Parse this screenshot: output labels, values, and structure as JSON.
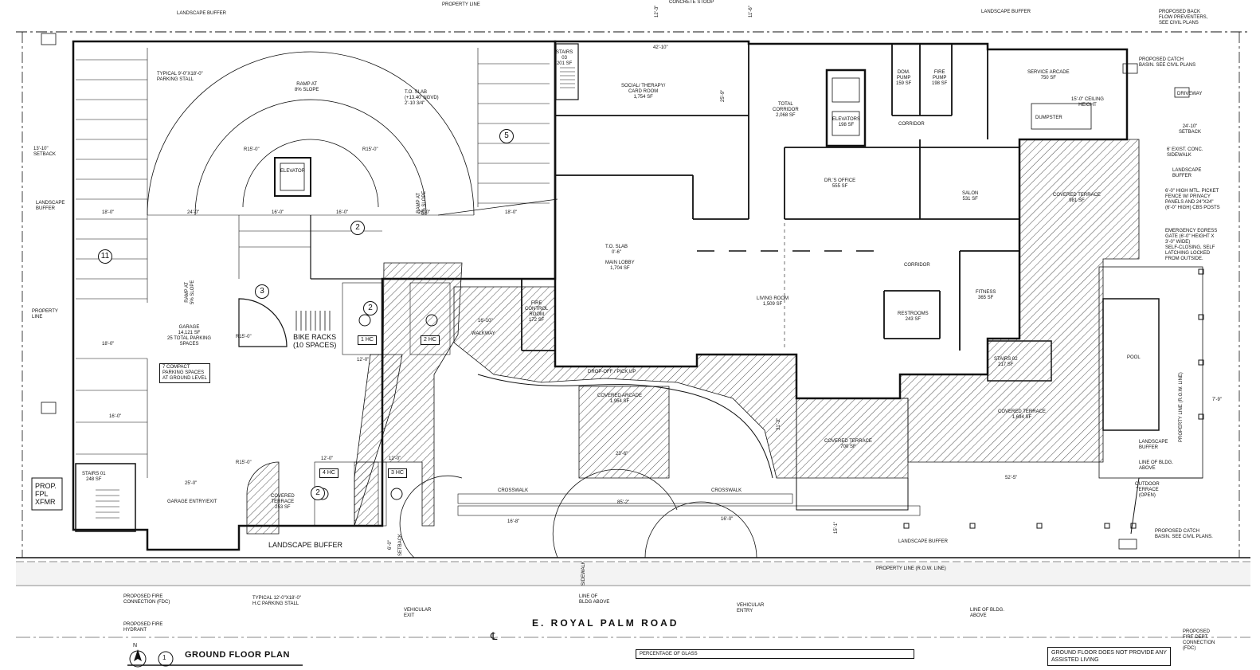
{
  "drawing": {
    "title": "GROUND FLOOR PLAN",
    "sheet_number": "1",
    "north_label": "N",
    "street": "E. ROYAL PALM ROAD",
    "centerline_symbol": "℄",
    "percentage_of_glass": "PERCENTAGE OF GLASS",
    "ground_floor_note": "GROUND FLOOR DOES NOT PROVIDE ANY ASSISTED LIVING"
  },
  "rooms": {
    "social": [
      "SOCIAL/ THERAPY/",
      "CARD ROOM",
      "1,754 SF"
    ],
    "total_corridor": [
      "TOTAL",
      "CORRIDOR",
      "2,068 SF"
    ],
    "dom_pump": [
      "DOM.",
      "PUMP",
      "159 SF"
    ],
    "fire_pump": [
      "FIRE",
      "PUMP",
      "198 SF"
    ],
    "service_arcade": [
      "SERVICE ARCADE",
      "750 SF"
    ],
    "ceiling_height": [
      "15'-0\" CEILING",
      "HEIGHT"
    ],
    "dumpster": "DUMPSTER",
    "corridor_top": "CORRIDOR",
    "elevators": [
      "ELEVATORS",
      "198 SF"
    ],
    "drs_office": [
      "DR.'S OFFICE",
      "555 SF"
    ],
    "salon": [
      "SALON",
      "531 SF"
    ],
    "covered_terrace_1": [
      "COVERED TERRACE",
      "981 SF"
    ],
    "main_lobby": [
      "MAIN LOBBY",
      "1,704 SF"
    ],
    "tos_lobby": [
      "T.O. SLAB",
      "0'-6\""
    ],
    "living_room": [
      "LIVING ROOM",
      "1,509 SF"
    ],
    "corridor_mid": "CORRIDOR",
    "restrooms": [
      "RESTROOMS",
      "243 SF"
    ],
    "fitness": [
      "FITNESS",
      "365 SF"
    ],
    "fire_control": [
      "FIRE",
      "CONTROL",
      "ROOM",
      "172 SF"
    ],
    "walkway": "WALKWAY",
    "drop_off": "DROP-OFF / PICK UP",
    "stairs_02": [
      "STAIRS 02",
      "217 SF"
    ],
    "pool": "POOL",
    "covered_arcade": [
      "COVERED ARCADE",
      "1,954 SF"
    ],
    "covered_terrace_2": [
      "COVERED TERRACE",
      "700 SF"
    ],
    "covered_terrace_3": [
      "COVERED TERRACE",
      "1,694 SF"
    ],
    "covered_terrace_4": [
      "COVERED",
      "TERRACE",
      "253 SF"
    ],
    "outdoor_terrace": [
      "OUTDOOR",
      "TERRACE",
      "(OPEN)"
    ],
    "stairs_01": [
      "STAIRS 01",
      "248 SF"
    ],
    "stairs_03": [
      "STAIRS",
      "03",
      "201 SF"
    ],
    "garage": [
      "GARAGE",
      "14,121 SF",
      "25 TOTAL PARKING",
      "SPACES"
    ],
    "garage_entry": "GARAGE ENTRY/EXIT",
    "elevator_garage": "ELEVATOR",
    "bike_racks": [
      "BIKE RACKS",
      "(10 SPACES)"
    ]
  },
  "annotations": {
    "landscape_buffer": "LANDSCAPE BUFFER",
    "property_line": "PROPERTY LINE",
    "concrete_stoop": "CONCRETE STOOP",
    "backflow": [
      "PROPOSED BACK",
      "FLOW PREVENTERS,",
      "SEE CIVIL PLANS"
    ],
    "catch_basin_top": [
      "PROPOSED CATCH",
      "BASIN. SEE CIVIL PLANS"
    ],
    "driveway": "DRIVEWAY",
    "setback_right": [
      "24'-10\"",
      "SETBACK"
    ],
    "sidewalk_exist": [
      "6' EXIST. CONC.",
      "SIDEWALK"
    ],
    "landscape_buffer_right": [
      "LANDSCAPE",
      "BUFFER"
    ],
    "picket_fence": [
      "6'-0\" HIGH MTL. PICKET",
      "FENCE W/ PRIVACY",
      "PANELS AND 24\"X24\"",
      "(6'-0\" HIGH) CBS POSTS"
    ],
    "emergency_gate": [
      "EMERGENCY EGRESS",
      "GATE (6'-0\" HEIGHT X",
      "3'-0\" WIDE)",
      "SELF-CLOSING, SELF",
      "LATCHING LOCKED",
      "FROM OUTSIDE."
    ],
    "landscape_buffer_lower_right": [
      "LANDSCAPE",
      "BUFFER"
    ],
    "line_of_bldg_above_r": [
      "LINE OF BLDG.",
      "ABOVE"
    ],
    "catch_basin_bottom": [
      "PROPOSED CATCH",
      "BASIN. SEE CIVIL PLANS."
    ],
    "property_line_row": "PROPERTY LINE (R.O.W. LINE)",
    "property_line_row_vertical": "PROPERTY LINE (R.O.W. LINE)",
    "fdc_left": [
      "PROPOSED FIRE",
      "CONNECTION (FDC)"
    ],
    "hydrant": [
      "PROPOSED FIRE",
      "HYDRANT"
    ],
    "hc_stall": [
      "TYPICAL 12'-0\"x18'-0\"",
      "H.C PARKING STALL"
    ],
    "vehicular_exit": [
      "VEHICULAR",
      "EXIT"
    ],
    "line_of_bldg_above": [
      "LINE OF",
      "BLDG ABOVE"
    ],
    "vehicular_entry": [
      "VEHICULAR",
      "ENTRY"
    ],
    "line_of_bldg_above_2": [
      "LINE OF BLDG.",
      "ABOVE"
    ],
    "fdc_right": [
      "PROPOSED",
      "FIRE DEPT.",
      "CONNECTION",
      "(FDC)"
    ],
    "landscape_buffer_left": [
      "LANDSCAPE",
      "BUFFER"
    ],
    "property_line_left": [
      "PROPERTY",
      "LINE"
    ],
    "setback_left": [
      "13'-10\"",
      "SETBACK"
    ],
    "typical_stall": [
      "TYPICAL 9'-0\"x18'-0\"",
      "PARKING STALL"
    ],
    "ramp_top": [
      "RAMP AT",
      "8% SLOPE"
    ],
    "tos_garage": [
      "T.O. SLAB",
      "(+13.40' NGVD)",
      "2'-10 3/4\""
    ],
    "ramp_right": [
      "RAMP AT",
      "5% SLOPE"
    ],
    "ramp_left": [
      "RAMP AT",
      "5% SLOPE"
    ],
    "compact": [
      "7 COMPACT",
      "PARKING SPACES",
      "AT GROUND LEVEL"
    ],
    "fpl": [
      "PROP.",
      "FPL",
      "XFMR"
    ],
    "crosswalk": "CROSSWALK",
    "landscape_buffer_bottom": "LANDSCAPE BUFFER",
    "sidewalk": "SIDEWALK",
    "setback": "SETBACK"
  },
  "dimensions": {
    "d_42_10": "42'-10\"",
    "d_12_3": "12'-3\"",
    "d_11_6": "11'-6\"",
    "d_25_9": "25'-9\"",
    "d_25_0": "25'-0\"",
    "d_18_0a": "18'-0\"",
    "d_24_0": "24'-0\"",
    "d_16_0a": "16'-0\"",
    "d_16_0b": "16'-0\"",
    "d_26_0": "26'-0\"",
    "d_18_0b": "18'-0\"",
    "d_18_0c": "18'-0\"",
    "d_16_0c": "16'-0\"",
    "d_12_0a": "12'-0\"",
    "d_12_0b": "12'-0\"",
    "d_12_0c": "12'-0\"",
    "d_16_10": "16'-10\"",
    "d_23_6": "23'-6\"",
    "d_85_2": "85'-2\"",
    "d_16_8": "16'-8\"",
    "d_16_0d": "16'-0\"",
    "d_52_5": "52'-5\"",
    "d_7_9": "7'-9\"",
    "d_15_1": "15'-1\"",
    "d_6_0": "6'-0\"",
    "d_31_2": "31'-2\"",
    "d_R15a": "R15'-0\"",
    "d_R15b": "R15'-0\"",
    "d_R15c": "R15'-0\"",
    "d_R15d": "R15'-0\""
  },
  "hc_labels": [
    "1 HC",
    "2 HC",
    "3 HC",
    "4 HC"
  ],
  "circled_numbers": [
    "5",
    "2",
    "11",
    "3",
    "2",
    "2"
  ]
}
